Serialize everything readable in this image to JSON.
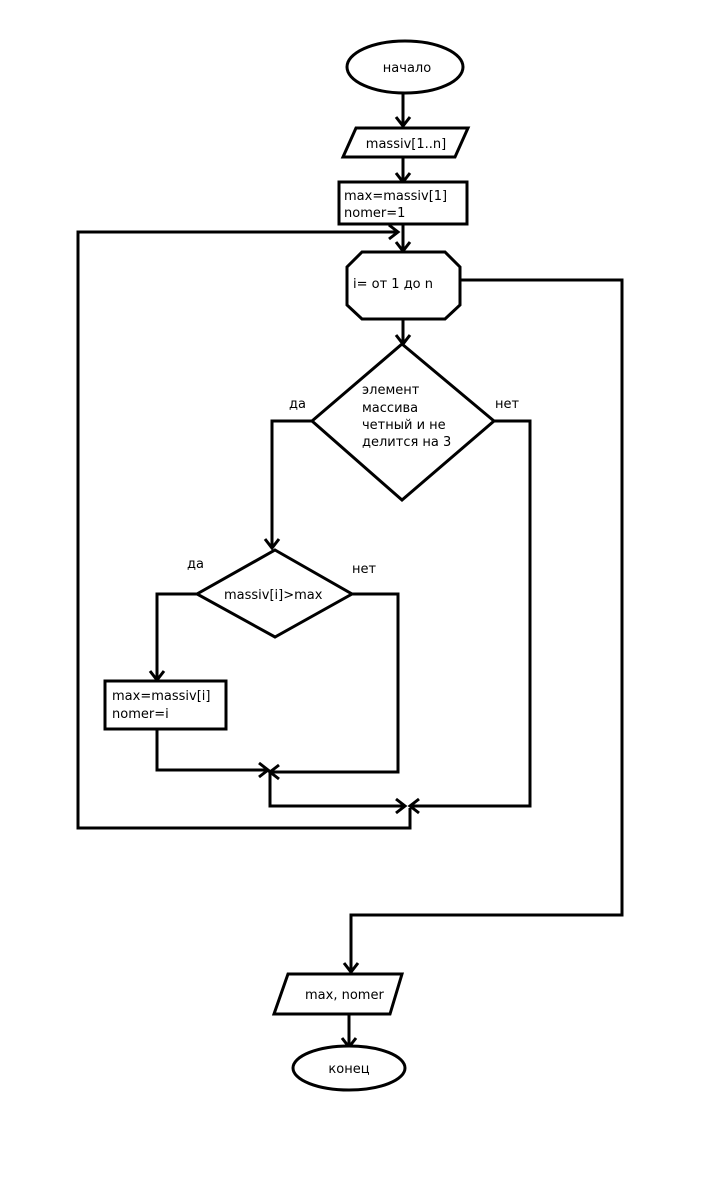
{
  "nodes": {
    "start": "начало",
    "input_array": "massiv[1..n]",
    "init_line1": "max=massiv[1]",
    "init_line2": "nomer=1",
    "loop": "i=  от 1 до n",
    "cond1_line1": "элемент",
    "cond1_line2": "массива",
    "cond1_line3": "четный и не",
    "cond1_line4": "делится на 3",
    "cond2": "massiv[i]>max",
    "assign_line1": "max=massiv[i]",
    "assign_line2": "nomer=i",
    "output": "max,  nomer",
    "end": "конец"
  },
  "labels": {
    "cond1_yes": "да",
    "cond1_no": "нет",
    "cond2_yes": "да",
    "cond2_no": "нет"
  }
}
